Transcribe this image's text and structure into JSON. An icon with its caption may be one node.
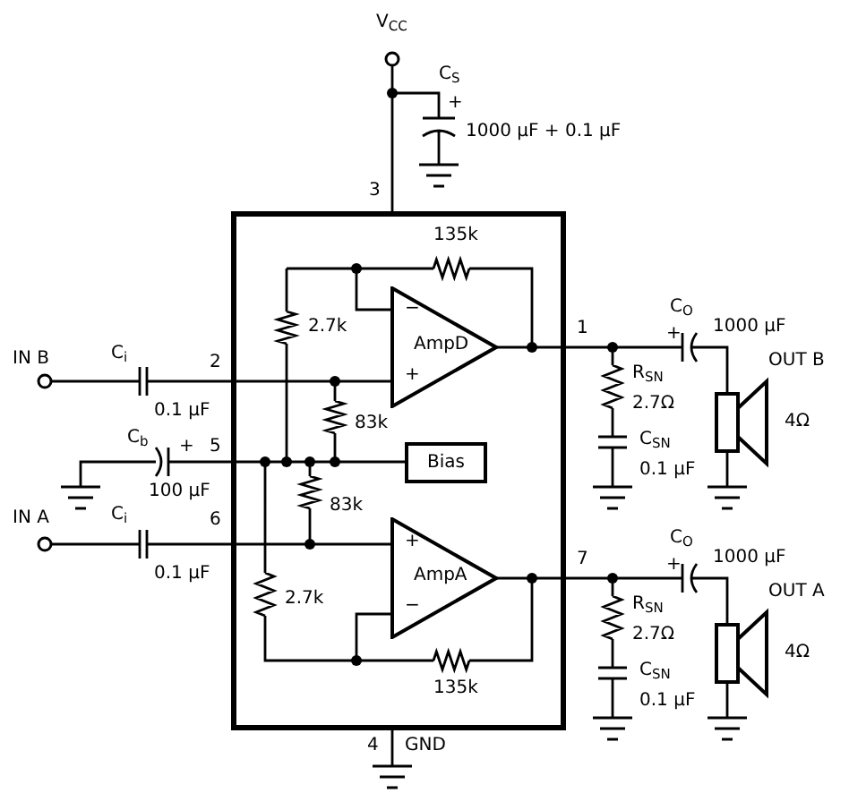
{
  "diagram": {
    "nodes": [
      {
        "text": [],
        "shape": "box"
      },
      {
        "text": [
          "AmpD"
        ],
        "in": 0
      },
      {
        "text": [
          "Bias"
        ],
        "in": 0
      },
      {
        "text": [
          "AmpA"
        ],
        "in": 0
      }
    ],
    "labels": [
      "V$_{CC}$",
      "C$_{S}$",
      "+",
      "1000 µF + 0.1 µF",
      "3",
      "135k",
      "−",
      "2.7k",
      "1",
      "C$_{O}$",
      "+",
      "1000 µF",
      "IN B",
      "C$_{i}$",
      "2",
      "OUT B",
      "R$_{SN}$",
      "+",
      "2.7Ω",
      "4Ω",
      "0.1 µF",
      "83k",
      "C$_{b}$",
      "+",
      "5",
      "C$_{SN}$",
      "0.1 µF",
      "100 µF",
      "83k",
      "IN A",
      "C$_{i}$",
      "6",
      "+",
      "C$_{O}$",
      "7",
      "+",
      "1000 µF",
      "0.1 µF",
      "OUT A",
      "2.7k",
      "R$_{SN}$",
      "−",
      "2.7Ω",
      "4Ω",
      "C$_{SN}$",
      "0.1 µF",
      "135k",
      "4",
      "GND"
    ]
  }
}
